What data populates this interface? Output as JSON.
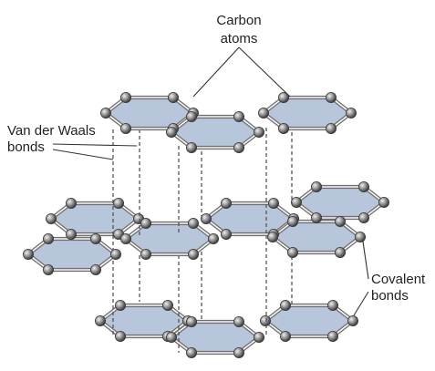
{
  "labels": {
    "carbon_line1": "Carbon",
    "carbon_line2": "atoms",
    "vdw_line1": "Van der Waals",
    "vdw_line2": "bonds",
    "covalent_line1": "Covalent",
    "covalent_line2": "bonds"
  },
  "colors": {
    "hexagon_fill": "#b8c6dc",
    "bond_stroke": "#6f6f6f",
    "atom_dark": "#3a3a3a",
    "atom_light": "#e6e6e6",
    "dashed_line": "#555555",
    "leader_line": "#333333"
  }
}
